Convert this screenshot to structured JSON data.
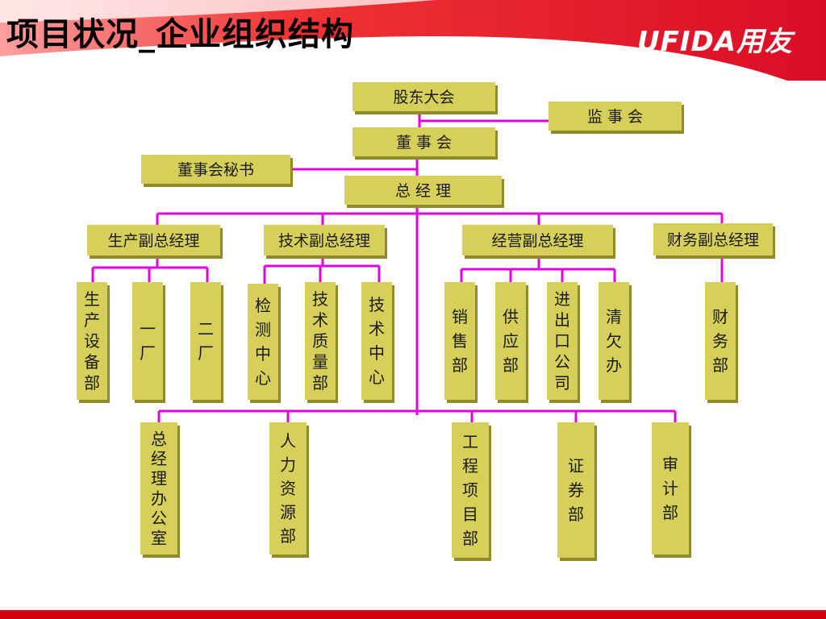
{
  "slide": {
    "title": "项目状况_企业组织结构",
    "logo_text": "UFIDA用友"
  },
  "colors": {
    "box_fill": "#d6d05a",
    "box_shadow": "#8f8a2a",
    "connector": "#e000e0",
    "banner_red": "#e3001b"
  },
  "org": {
    "shareholders": "股东大会",
    "supervisors": "监 事 会",
    "board": "董 事 会",
    "board_secretary": "董事会秘书",
    "general_manager": "总 经 理",
    "vp_production": "生产副总经理",
    "vp_technology": "技术副总经理",
    "vp_operations": "经营副总经理",
    "vp_finance": "财务副总经理",
    "dept_production_equipment": "生产设备部",
    "dept_plant_1": "一厂",
    "dept_plant_2": "二厂",
    "dept_testing_center": "检测中心",
    "dept_tech_quality": "技术质量部",
    "dept_tech_center": "技术中心",
    "dept_sales": "销售部",
    "dept_supply": "供应部",
    "dept_import_export": "进出口公司",
    "dept_debt_clearing": "清欠办",
    "dept_finance": "财务部",
    "dept_gm_office": "总经理办公室",
    "dept_hr": "人力资源部",
    "dept_engineering": "工程项目部",
    "dept_securities": "证券部",
    "dept_audit": "审计部"
  }
}
